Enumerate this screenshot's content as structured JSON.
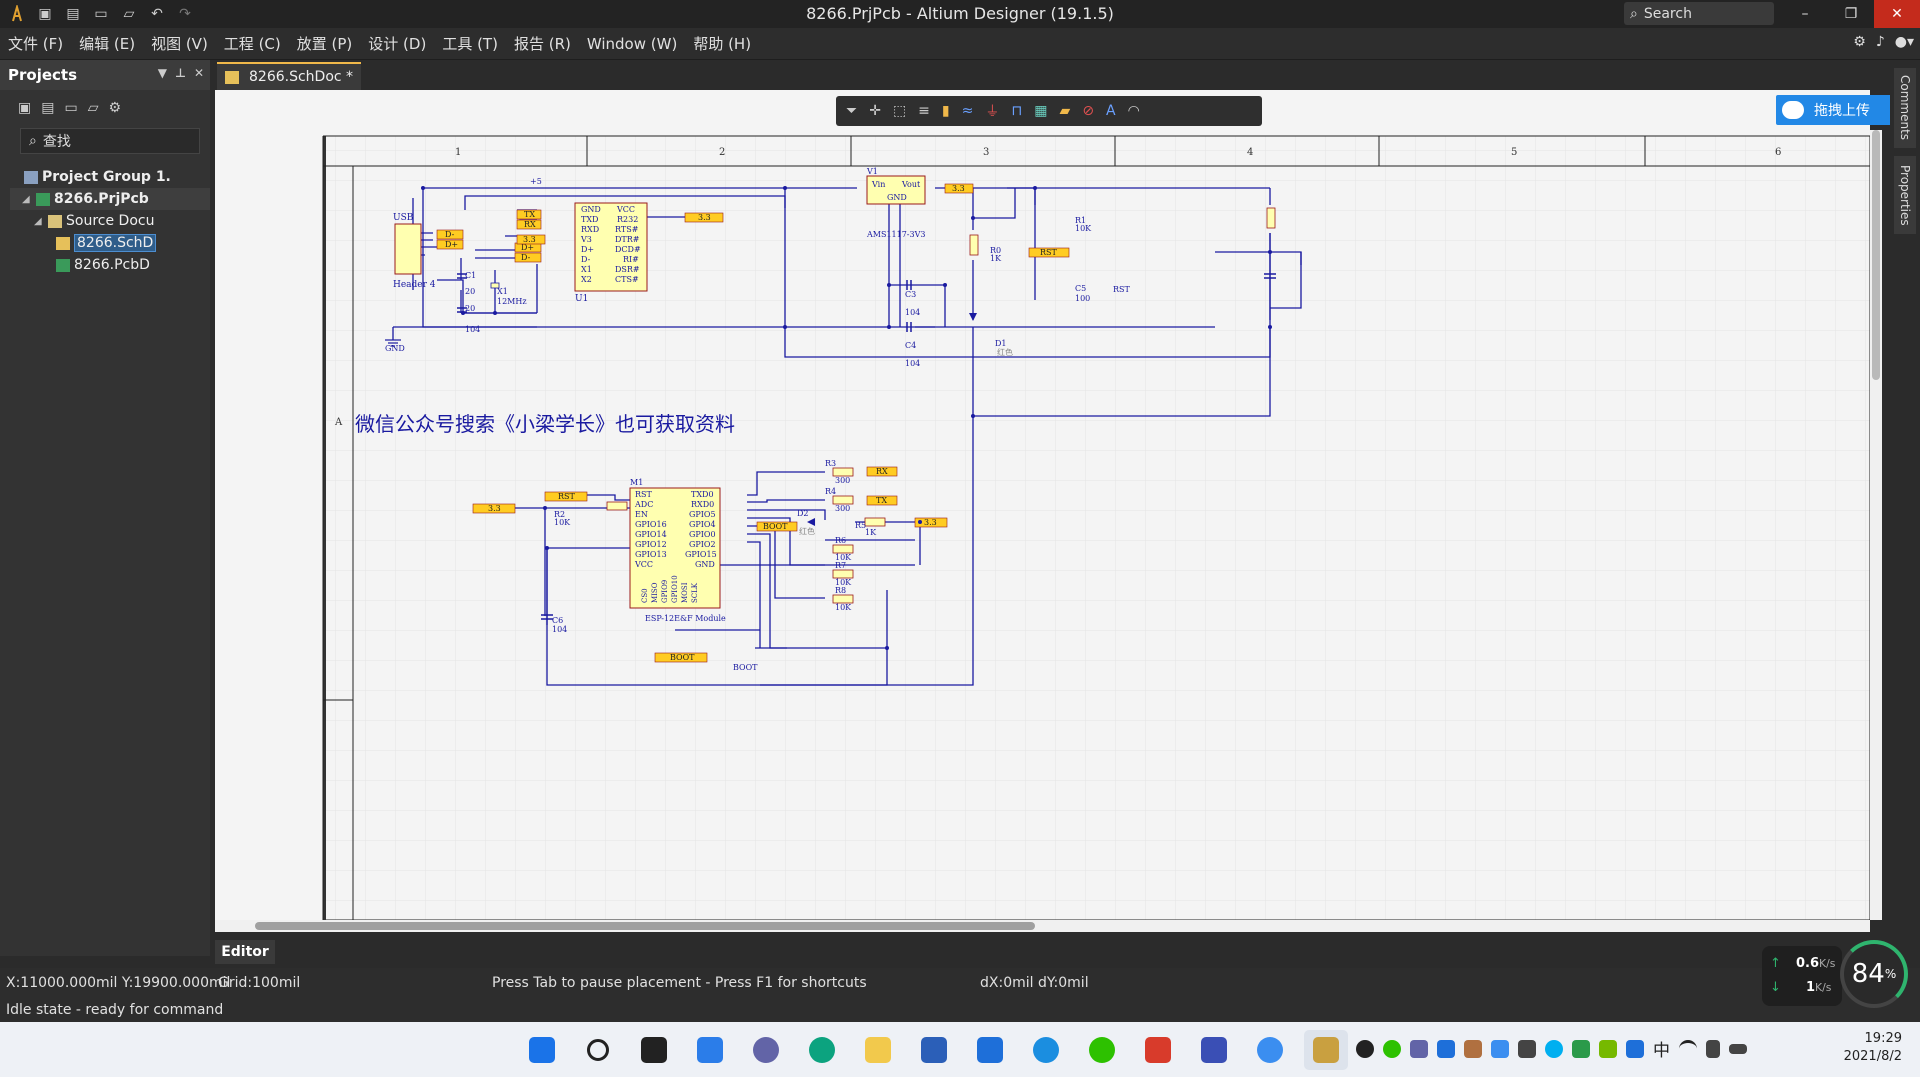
{
  "window": {
    "title": "8266.PrjPcb - Altium Designer (19.1.5)",
    "search_placeholder": "Search",
    "buttons": {
      "minimize": "–",
      "restore": "❐",
      "close": "✕"
    }
  },
  "menu": [
    {
      "label": "文件 (F)"
    },
    {
      "label": "编辑 (E)"
    },
    {
      "label": "视图 (V)"
    },
    {
      "label": "工程 (C)"
    },
    {
      "label": "放置 (P)"
    },
    {
      "label": "设计 (D)"
    },
    {
      "label": "工具 (T)"
    },
    {
      "label": "报告 (R)"
    },
    {
      "label": "Window (W)"
    },
    {
      "label": "帮助 (H)"
    }
  ],
  "projects_panel": {
    "title": "Projects",
    "search_placeholder": "查找",
    "tree": [
      {
        "label": "Project Group 1.",
        "level": 0,
        "bold": true,
        "selected": false
      },
      {
        "label": "8266.PrjPcb",
        "level": 1,
        "bold": true,
        "selected": false
      },
      {
        "label": "Source Docu",
        "level": 2,
        "bold": false,
        "selected": false
      },
      {
        "label": "8266.SchD",
        "level": 3,
        "bold": false,
        "selected": true
      },
      {
        "label": "8266.PcbD",
        "level": 3,
        "bold": false,
        "selected": false
      }
    ]
  },
  "doc_tab": {
    "label": "8266.SchDoc *"
  },
  "right_tabs": [
    "Comments",
    "Properties"
  ],
  "upload_button": "拖拽上传",
  "editor_tab": "Editor",
  "schematic": {
    "columns": [
      "1",
      "2",
      "3",
      "4",
      "5",
      "6"
    ],
    "row_label": "A",
    "note": "微信公众号搜索《小梁学长》也可获取资料",
    "u1_pins_left": [
      "GND",
      "TXD",
      "RXD",
      "V3",
      "D+",
      "D-",
      "X1",
      "X2"
    ],
    "u1_pins_right": [
      "VCC",
      "R232",
      "RTS#",
      "DTR#",
      "DCD#",
      "RI#",
      "DSR#",
      "CTS#"
    ],
    "m1_pins_left": [
      "RST",
      "ADC",
      "EN",
      "GPIO16",
      "GPIO14",
      "GPIO12",
      "GPIO13",
      "VCC"
    ],
    "m1_pins_right": [
      "TXD0",
      "RXD0",
      "GPIO5",
      "GPIO4",
      "GPIO0",
      "GPIO2",
      "GPIO15",
      "GND"
    ],
    "m1_pins_bottom": [
      "CS0",
      "MISO",
      "GPIO9",
      "GPIO10",
      "MOSI",
      "SCLK"
    ],
    "labels": {
      "usb": "USB",
      "header": "Header 4",
      "u1": "U1",
      "gnd": "GND",
      "v1": "V1",
      "vin": "Vin",
      "vout": "Vout",
      "v1gnd": "GND",
      "ams": "AMS1117-3V3",
      "r1": "R1",
      "r1v": "10K",
      "r0": "R0",
      "r0v": "1K",
      "c5": "C5",
      "c5v": "100",
      "c3": "C3",
      "c3v": "104",
      "c4": "C4",
      "c4v": "104",
      "d1": "D1",
      "d1v": "红色",
      "rst_sw": "RST",
      "c1": "C1",
      "c1v": "20",
      "c2v": "20",
      "c2b": "104",
      "x1": "X1",
      "x1v": "12MHz",
      "m1": "M1",
      "esp": "ESP-12E&F Module",
      "r2": "R2",
      "r2v": "10K",
      "c6": "C6",
      "c6v": "104",
      "r3": "R3",
      "r3v": "300",
      "r4": "R4",
      "r4v": "300",
      "r5": "R5",
      "r5v": "1K",
      "r6": "R6",
      "r6v": "10K",
      "r7": "R7",
      "r7v": "10K",
      "r8": "R8",
      "r8v": "10K",
      "d2": "D2",
      "d2v": "红色",
      "boot_sw": "BOOT",
      "n33": "3.3",
      "nrst": "RST",
      "nrx": "RX",
      "ntx": "TX",
      "nboot": "BOOT",
      "ndm": "D-",
      "ndp": "D+",
      "pwr": "+5"
    }
  },
  "status": {
    "coords": "X:11000.000mil Y:19900.000mil",
    "grid": "Grid:100mil",
    "hint": "Press Tab to pause placement - Press F1 for shortcuts",
    "delta": "dX:0mil dY:0mil",
    "state": "Idle state - ready for command"
  },
  "netmon": {
    "up": "0.6",
    "up_unit": "K/s",
    "down": "1",
    "down_unit": "K/s",
    "cpu": "84",
    "cpu_unit": "%"
  },
  "clock": {
    "time": "19:29",
    "date": "2021/8/2"
  },
  "tray_ime": "中",
  "colors": {
    "wire": "#1a1aa0",
    "part_fill": "#ffffb0",
    "part_border": "#9a1a1a",
    "netlabel": "#ffcc22",
    "grid": "#e6e6e6",
    "accent": "#f0b84a"
  }
}
